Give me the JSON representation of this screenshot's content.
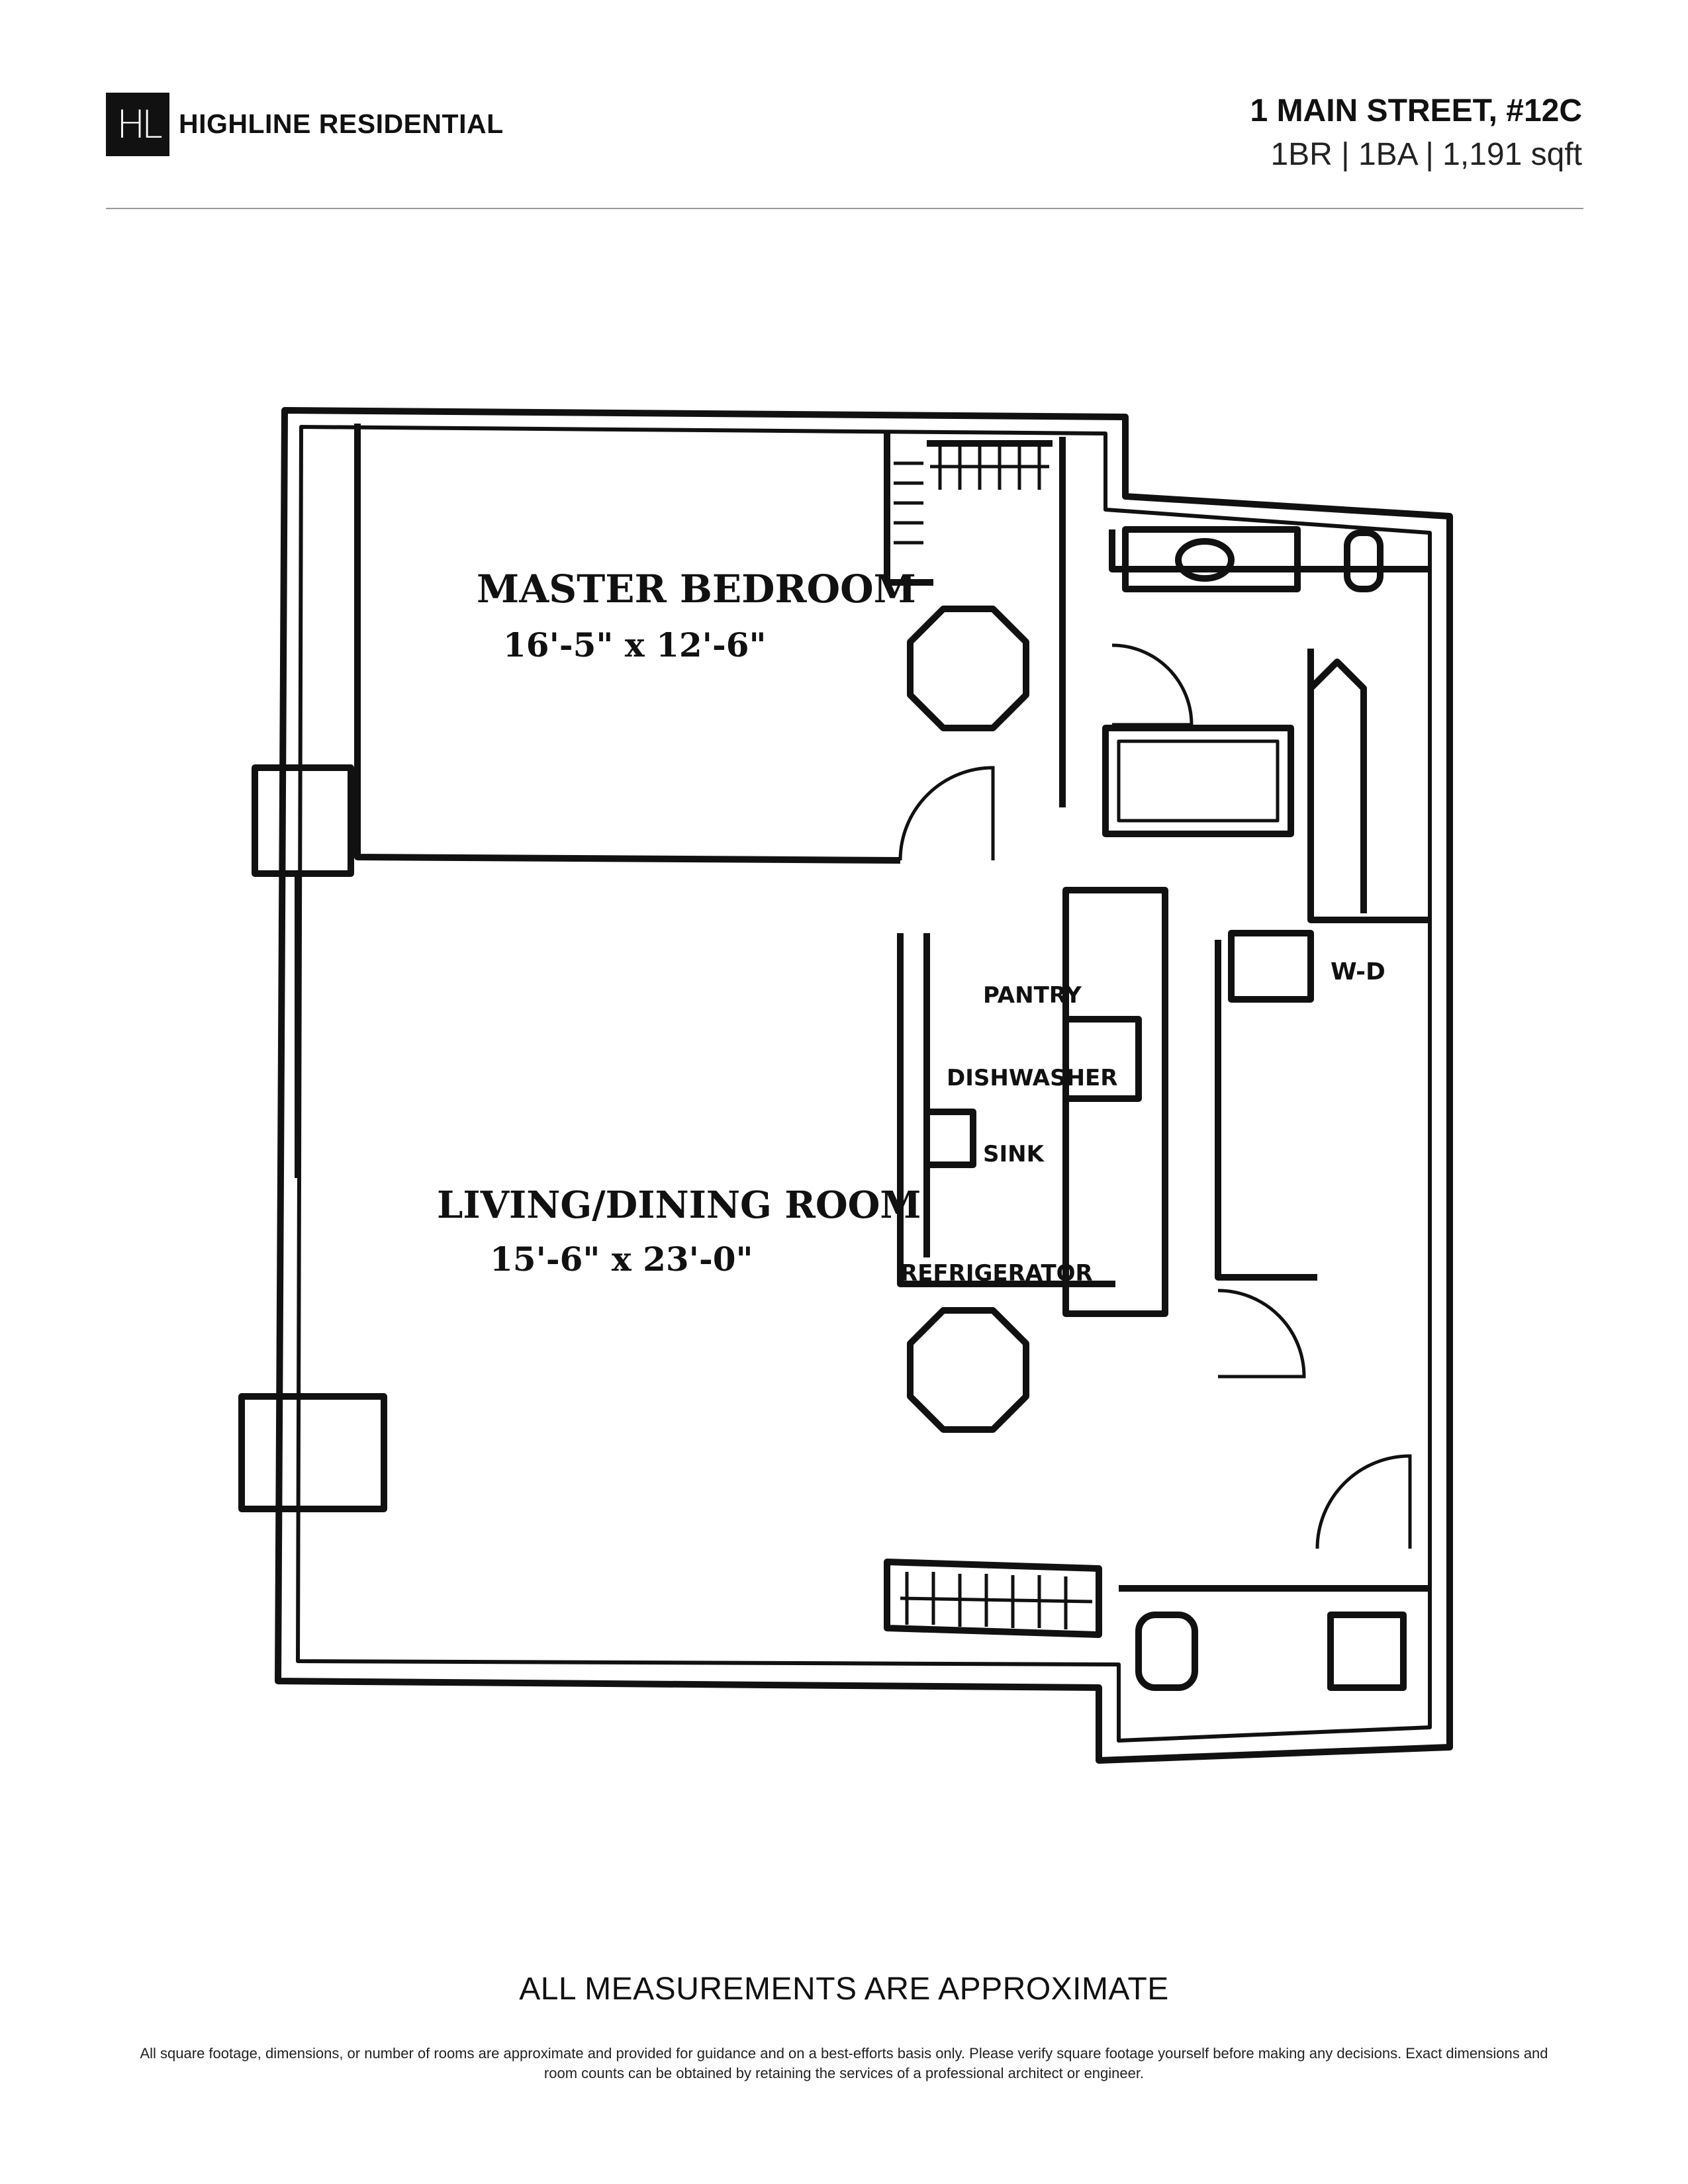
{
  "header": {
    "logo_text": "HL",
    "brand_name": "HIGHLINE RESIDENTIAL",
    "address": "1 MAIN STREET, #12C",
    "specs": "1BR | 1BA | 1,191 sqft"
  },
  "floor_plan": {
    "rooms": [
      {
        "name": "MASTER BEDROOM",
        "dimensions": "16'-5\" x 12'-6\""
      },
      {
        "name": "LIVING/DINING ROOM",
        "dimensions": "15'-6\" x 23'-0\""
      }
    ],
    "fixtures": {
      "pantry": "PANTRY",
      "dishwasher": "DISHWASHER",
      "sink": "SINK",
      "refrigerator": "REFRIGERATOR",
      "washer_dryer": "W-D"
    }
  },
  "footer": {
    "approx_note": "ALL MEASUREMENTS ARE APPROXIMATE",
    "disclaimer": "All square footage, dimensions, or number of rooms are approximate and provided for guidance and on a best-efforts basis only. Please verify square footage yourself before making any decisions. Exact dimensions and room counts can be obtained by retaining the services of a professional architect or engineer."
  }
}
